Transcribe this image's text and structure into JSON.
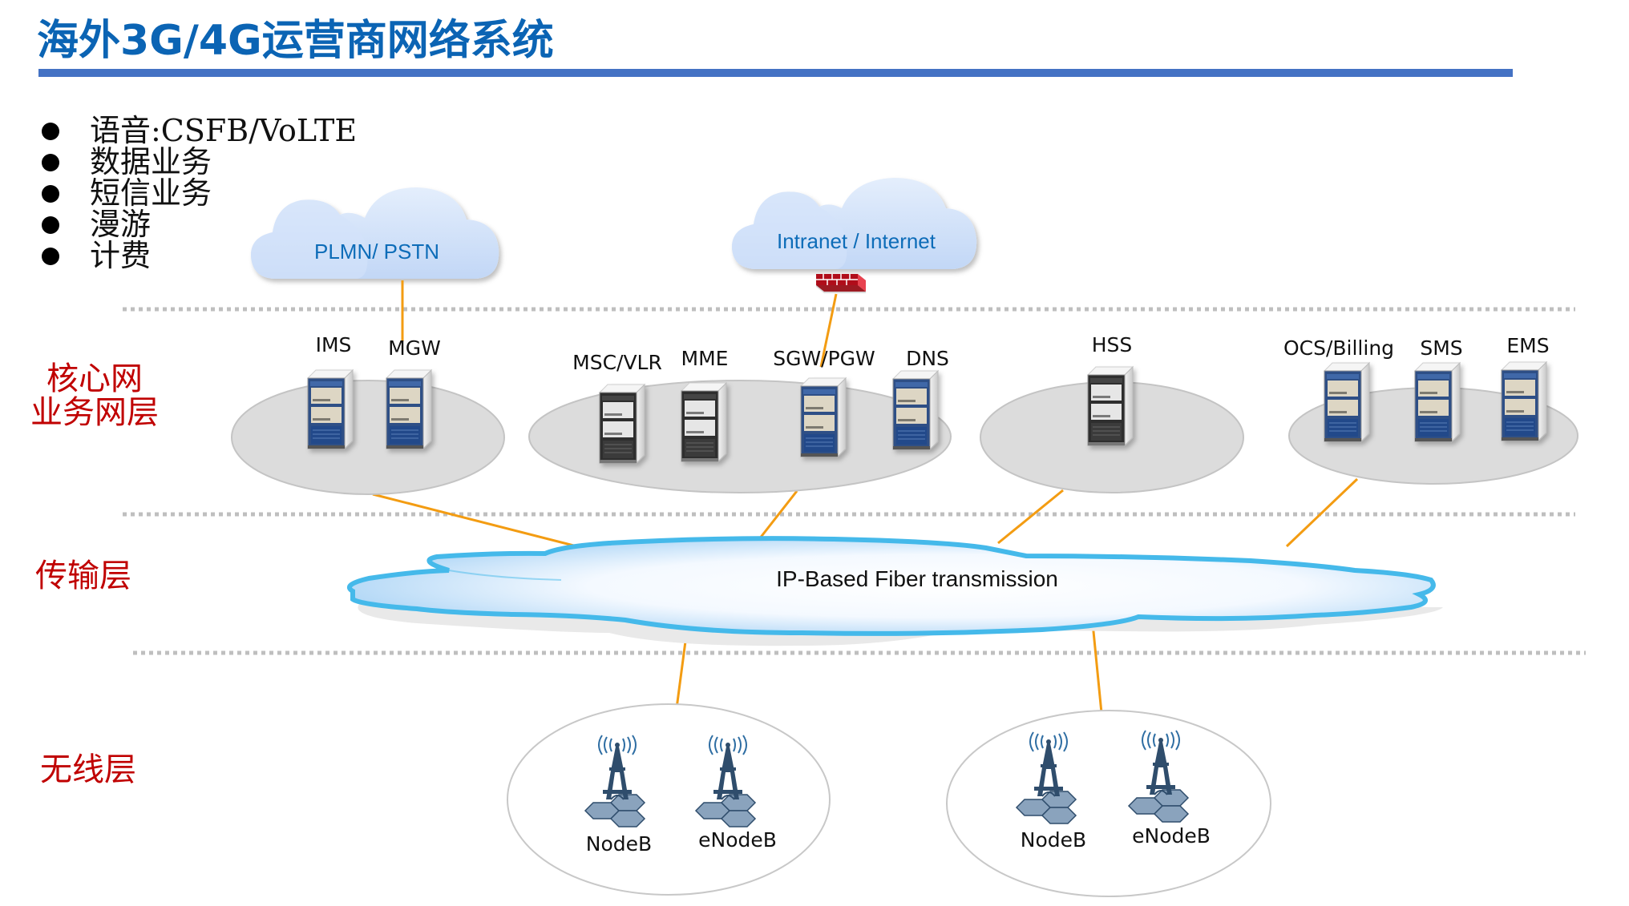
{
  "title": "海外3G/4G运营商网络系统",
  "colors": {
    "title": "#0b64b4",
    "title_bar": "#4472c4",
    "layer_label": "#c00000",
    "link_line": "#f39c12",
    "dotted_separator": "#bfbfbf",
    "domain_ellipse_fill": "#dcdcdc",
    "cloud_text": "#0b6cb8"
  },
  "bullets": [
    {
      "icon": "bullet-dot-icon",
      "text": "语音:CSFB/VoLTE"
    },
    {
      "icon": "bullet-dot-icon",
      "text": "数据业务"
    },
    {
      "icon": "bullet-dot-icon",
      "text": "短信业务"
    },
    {
      "icon": "bullet-dot-icon",
      "text": "漫游"
    },
    {
      "icon": "bullet-dot-icon",
      "text": "计费"
    }
  ],
  "layers": {
    "core": {
      "line1": "核心网",
      "line2": "业务网层"
    },
    "transport": {
      "label": "传输层"
    },
    "wireless": {
      "label": "无线层"
    }
  },
  "external_clouds": [
    {
      "label": "PLMN/ PSTN",
      "icon": "cloud-icon"
    },
    {
      "label": "Intranet / Internet",
      "icon": "cloud-icon",
      "gateway_icon": "firewall-icon"
    }
  ],
  "core_domains": [
    {
      "nodes": [
        {
          "label": "IMS",
          "rack": "blue"
        },
        {
          "label": "MGW",
          "rack": "blue"
        }
      ]
    },
    {
      "nodes": [
        {
          "label": "MSC/VLR",
          "rack": "dark"
        },
        {
          "label": "MME",
          "rack": "dark"
        },
        {
          "label": "SGW/PGW",
          "rack": "blue"
        },
        {
          "label": "DNS",
          "rack": "blue"
        }
      ]
    },
    {
      "nodes": [
        {
          "label": "HSS",
          "rack": "dark"
        }
      ]
    },
    {
      "nodes": [
        {
          "label": "OCS/Billing",
          "rack": "blue"
        },
        {
          "label": "SMS",
          "rack": "blue"
        },
        {
          "label": "EMS",
          "rack": "blue"
        }
      ]
    }
  ],
  "transport": {
    "label": "IP-Based Fiber transmission",
    "icon": "cloud-icon"
  },
  "wireless_sites": [
    {
      "nodes": [
        {
          "label": "NodeB",
          "icon": "base-station-icon"
        },
        {
          "label": "eNodeB",
          "icon": "base-station-icon"
        }
      ]
    },
    {
      "nodes": [
        {
          "label": "NodeB",
          "icon": "base-station-icon"
        },
        {
          "label": "eNodeB",
          "icon": "base-station-icon"
        }
      ]
    }
  ]
}
